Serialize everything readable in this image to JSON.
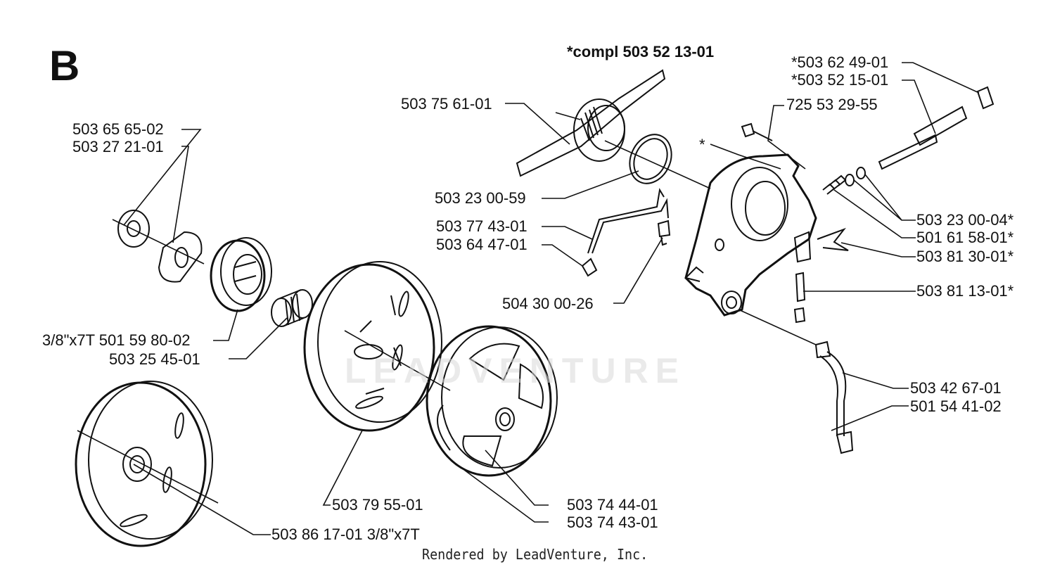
{
  "diagram": {
    "section": "B",
    "assembly_note": "*compl 503 52 13-01",
    "watermark": "LEADVENTURE",
    "footer": "Rendered by LeadVenture, Inc.",
    "parts": [
      {
        "id": "p1",
        "label": "503 65 65-02"
      },
      {
        "id": "p2",
        "label": "503 27 21-01"
      },
      {
        "id": "p3",
        "label": "3/8\"x7T 501 59 80-02"
      },
      {
        "id": "p4",
        "label": "503 25 45-01"
      },
      {
        "id": "p5",
        "label": "503 75 61-01"
      },
      {
        "id": "p6",
        "label": "503 23 00-59"
      },
      {
        "id": "p7",
        "label": "503 77 43-01"
      },
      {
        "id": "p8",
        "label": "503 64 47-01"
      },
      {
        "id": "p9",
        "label": "504 30 00-26"
      },
      {
        "id": "p10",
        "label": "725 53 29-55"
      },
      {
        "id": "p11",
        "label": "*503 62 49-01"
      },
      {
        "id": "p12",
        "label": "*503 52 15-01"
      },
      {
        "id": "p13",
        "label": "503 23 00-04*"
      },
      {
        "id": "p14",
        "label": "501 61 58-01*"
      },
      {
        "id": "p15",
        "label": "503 81 30-01*"
      },
      {
        "id": "p16",
        "label": "503 81 13-01*"
      },
      {
        "id": "p17",
        "label": "503 42 67-01"
      },
      {
        "id": "p18",
        "label": "501 54 41-02"
      },
      {
        "id": "p19",
        "label": "503 79 55-01"
      },
      {
        "id": "p20",
        "label": "503 74 44-01"
      },
      {
        "id": "p21",
        "label": "503 74 43-01"
      },
      {
        "id": "p22",
        "label": "503 86 17-01 3/8\"x7T"
      },
      {
        "id": "p23",
        "label": "*"
      }
    ]
  }
}
